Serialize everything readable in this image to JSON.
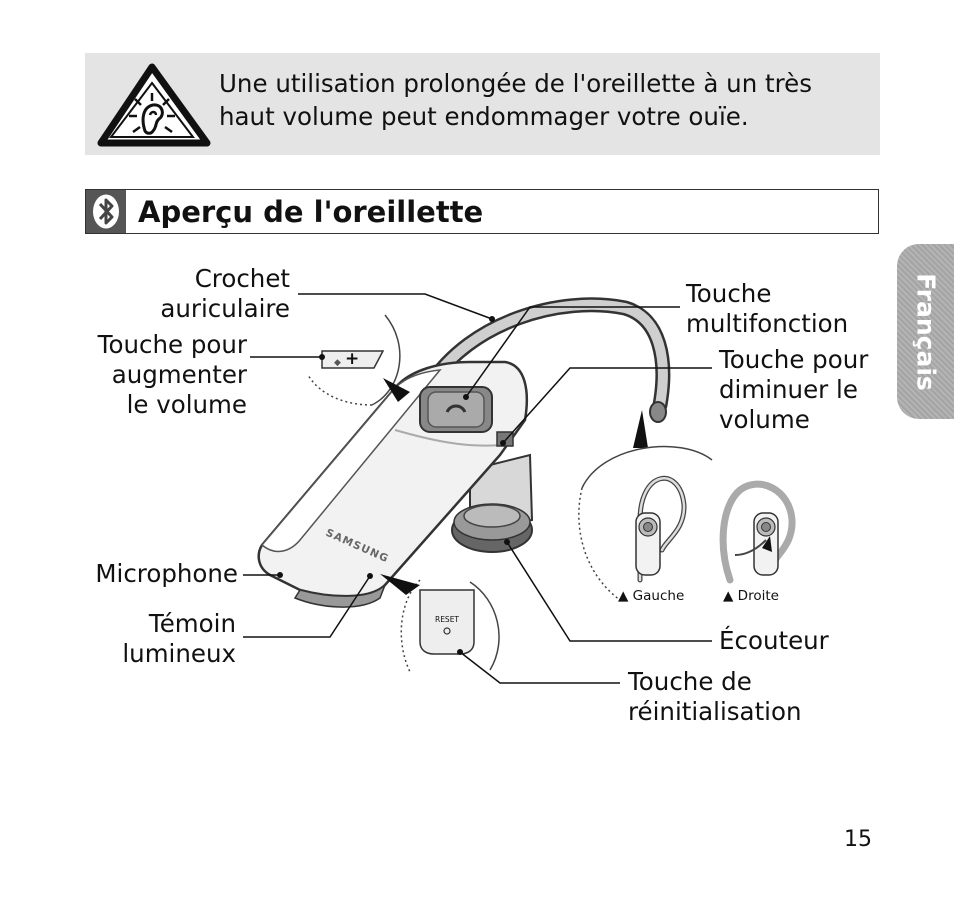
{
  "warning": {
    "icon": "hearing-damage-warning-icon",
    "line1": "Une utilisation prolongée de l'oreillette à un très",
    "line2": "haut volume peut endommager votre ouïe."
  },
  "section": {
    "icon": "bluetooth-icon",
    "title": "Aperçu de l'oreillette"
  },
  "side_tab": {
    "label": "Français"
  },
  "labels": {
    "ear_hook": "Crochet\nauriculaire",
    "volume_up": "Touche pour\naugmenter\nle volume",
    "multifunction": "Touche\nmultifonction",
    "volume_down": "Touche pour\ndiminuer le\nvolume",
    "microphone": "Microphone",
    "indicator_light": "Témoin\nlumineux",
    "speaker": "Écouteur",
    "reset_key": "Touche de\nréinitialisation"
  },
  "device": {
    "brand": "SAMSUNG",
    "reset_text": "RESET",
    "left_caption": "▲ Gauche",
    "right_caption": "▲ Droite"
  },
  "page": {
    "number": "15"
  }
}
